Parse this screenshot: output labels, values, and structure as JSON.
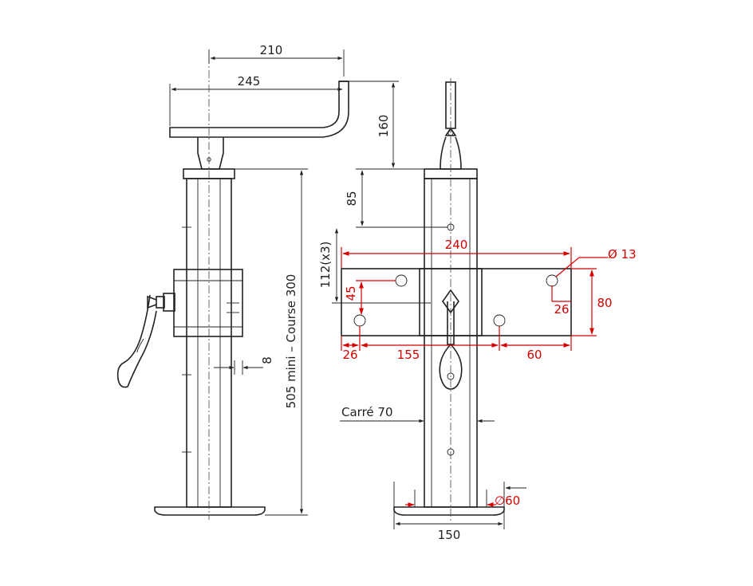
{
  "drawing": {
    "dimensions_black": {
      "d210": "210",
      "d245": "245",
      "d160": "160",
      "d85": "85",
      "d112": "112(x3)",
      "d505": "505 mini  –  Course 300",
      "d8": "8",
      "carre": "Carré  70",
      "d150": "150"
    },
    "dimensions_red": {
      "d240": "240",
      "d13": "Ø 13",
      "d45": "45",
      "d26_right": "26",
      "d80": "80",
      "d26_bottom": "26",
      "d155": "155",
      "d60_bottom": "60",
      "d60_square": "∅60"
    },
    "colors": {
      "line": "#222222",
      "accent": "#d40000"
    }
  }
}
